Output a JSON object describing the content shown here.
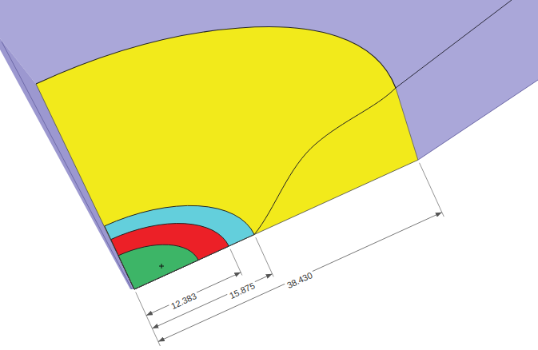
{
  "diagram": {
    "labels": [
      "12.383",
      "15.875",
      "38.430"
    ]
  }
}
